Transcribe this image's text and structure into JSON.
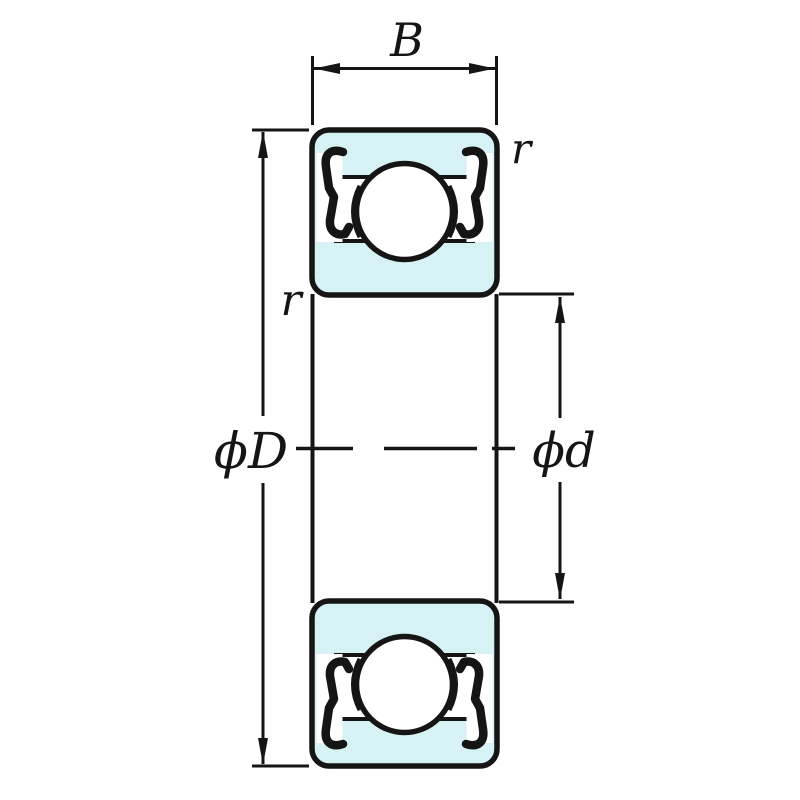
{
  "diagram": {
    "description": "ball-bearing-cross-section-dimension-drawing",
    "labels": {
      "width": "B",
      "outer_diameter": "ϕD",
      "bore_diameter": "ϕd",
      "chamfer_top": "r",
      "chamfer_side": "r"
    },
    "colors": {
      "ring_fill": "#d7f2f4",
      "line": "#151515",
      "background": "#ffffff"
    }
  }
}
